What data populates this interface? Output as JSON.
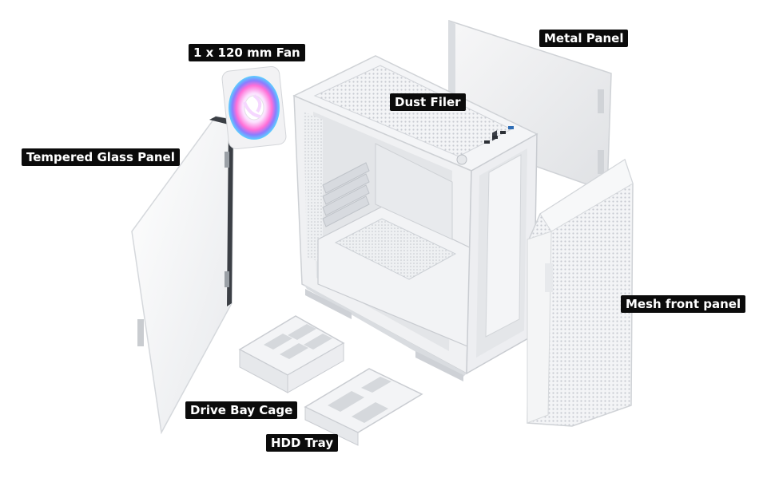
{
  "labels": {
    "fan": "1 x 120 mm Fan",
    "dust_filter": "Dust Filer",
    "metal_panel": "Metal Panel",
    "tempered_glass": "Tempered Glass Panel",
    "mesh_front": "Mesh front panel",
    "drive_bay": "Drive Bay Cage",
    "hdd_tray": "HDD Tray"
  },
  "colors": {
    "background": "#ffffff",
    "label_bg": "#0b0b0b",
    "label_text": "#ffffff",
    "case_white": "#f2f3f5",
    "case_shadow": "#c9ccd2"
  }
}
